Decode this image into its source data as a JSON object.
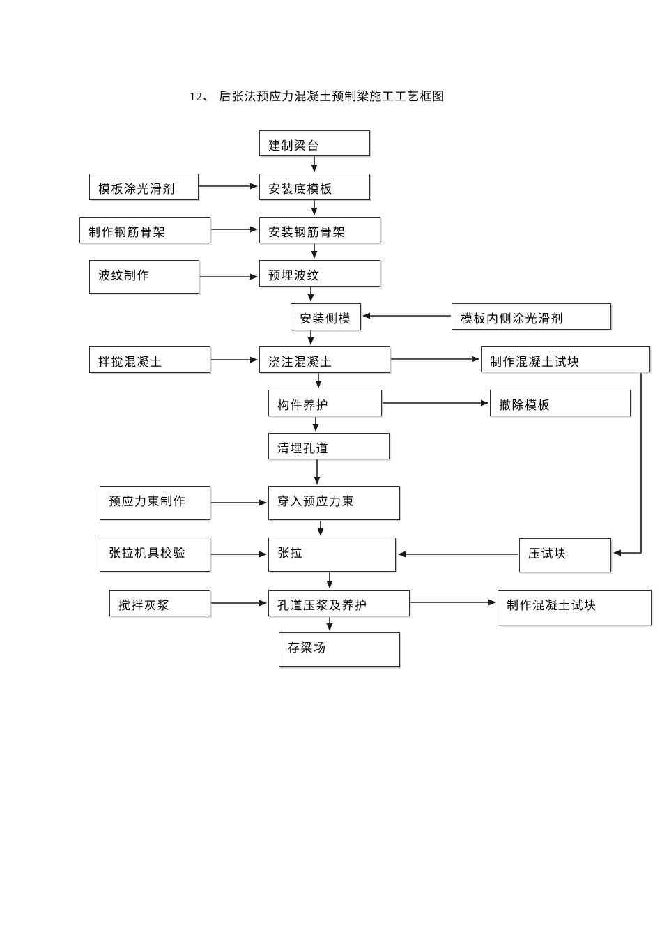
{
  "page": {
    "title": "12、 后张法预应力混凝土预制梁施工工艺框图"
  },
  "colors": {
    "box_border": "#2e2e2e",
    "arrow_line": "#1a1a1a",
    "text": "#000000",
    "background": "#ffffff"
  },
  "nodes": {
    "build_beam_platform": {
      "label": "建制梁台"
    },
    "coat_formwork_lubricant": {
      "label": "模板涂光滑剂"
    },
    "install_bottom_formwork": {
      "label": "安装底模板"
    },
    "make_rebar_skeleton": {
      "label": "制作钢筋骨架"
    },
    "install_rebar_skeleton": {
      "label": "安装钢筋骨架"
    },
    "make_corrugated_duct": {
      "label": "波纹制作"
    },
    "embed_corrugated_duct": {
      "label": "预埋波纹"
    },
    "install_side_formwork": {
      "label": "安装侧模"
    },
    "coat_inner_formwork_lubricant": {
      "label": "模板内侧涂光滑剂"
    },
    "mix_concrete": {
      "label": "拌搅混凝土"
    },
    "pour_concrete": {
      "label": "浇注混凝土"
    },
    "make_concrete_test_block_1": {
      "label": "制作混凝土试块"
    },
    "cure_component": {
      "label": "构件养护"
    },
    "remove_formwork": {
      "label": "撤除模板"
    },
    "clean_duct": {
      "label": "清埋孔道"
    },
    "make_prestress_tendon": {
      "label": "预应力束制作"
    },
    "thread_prestress_tendon": {
      "label": "穿入预应力束"
    },
    "calibrate_tension_equipment": {
      "label": "张拉机具校验"
    },
    "tensioning": {
      "label": "张拉"
    },
    "press_test_block": {
      "label": "压试块"
    },
    "mix_grout": {
      "label": "搅拌灰浆"
    },
    "duct_grouting_curing": {
      "label": "孔道压浆及养护"
    },
    "make_concrete_test_block_2": {
      "label": "制作混凝土试块"
    },
    "beam_storage_yard": {
      "label": "存梁场"
    }
  },
  "edges": [
    {
      "from": "建制梁台",
      "to": "安装底模板"
    },
    {
      "from": "模板涂光滑剂",
      "to": "安装底模板"
    },
    {
      "from": "安装底模板",
      "to": "安装钢筋骨架"
    },
    {
      "from": "制作钢筋骨架",
      "to": "安装钢筋骨架"
    },
    {
      "from": "安装钢筋骨架",
      "to": "预埋波纹"
    },
    {
      "from": "波纹制作",
      "to": "预埋波纹"
    },
    {
      "from": "预埋波纹",
      "to": "安装侧模"
    },
    {
      "from": "模板内侧涂光滑剂",
      "to": "安装侧模"
    },
    {
      "from": "安装侧模",
      "to": "浇注混凝土"
    },
    {
      "from": "拌搅混凝土",
      "to": "浇注混凝土"
    },
    {
      "from": "浇注混凝土",
      "to": "制作混凝土试块"
    },
    {
      "from": "浇注混凝土",
      "to": "构件养护"
    },
    {
      "from": "构件养护",
      "to": "撤除模板"
    },
    {
      "from": "构件养护",
      "to": "清埋孔道"
    },
    {
      "from": "清埋孔道",
      "to": "穿入预应力束"
    },
    {
      "from": "预应力束制作",
      "to": "穿入预应力束"
    },
    {
      "from": "穿入预应力束",
      "to": "张拉"
    },
    {
      "from": "张拉机具校验",
      "to": "张拉"
    },
    {
      "from": "制作混凝土试块",
      "to": "压试块"
    },
    {
      "from": "压试块",
      "to": "张拉"
    },
    {
      "from": "张拉",
      "to": "孔道压浆及养护"
    },
    {
      "from": "搅拌灰浆",
      "to": "孔道压浆及养护"
    },
    {
      "from": "孔道压浆及养护",
      "to": "制作混凝土试块"
    },
    {
      "from": "孔道压浆及养护",
      "to": "存梁场"
    }
  ]
}
